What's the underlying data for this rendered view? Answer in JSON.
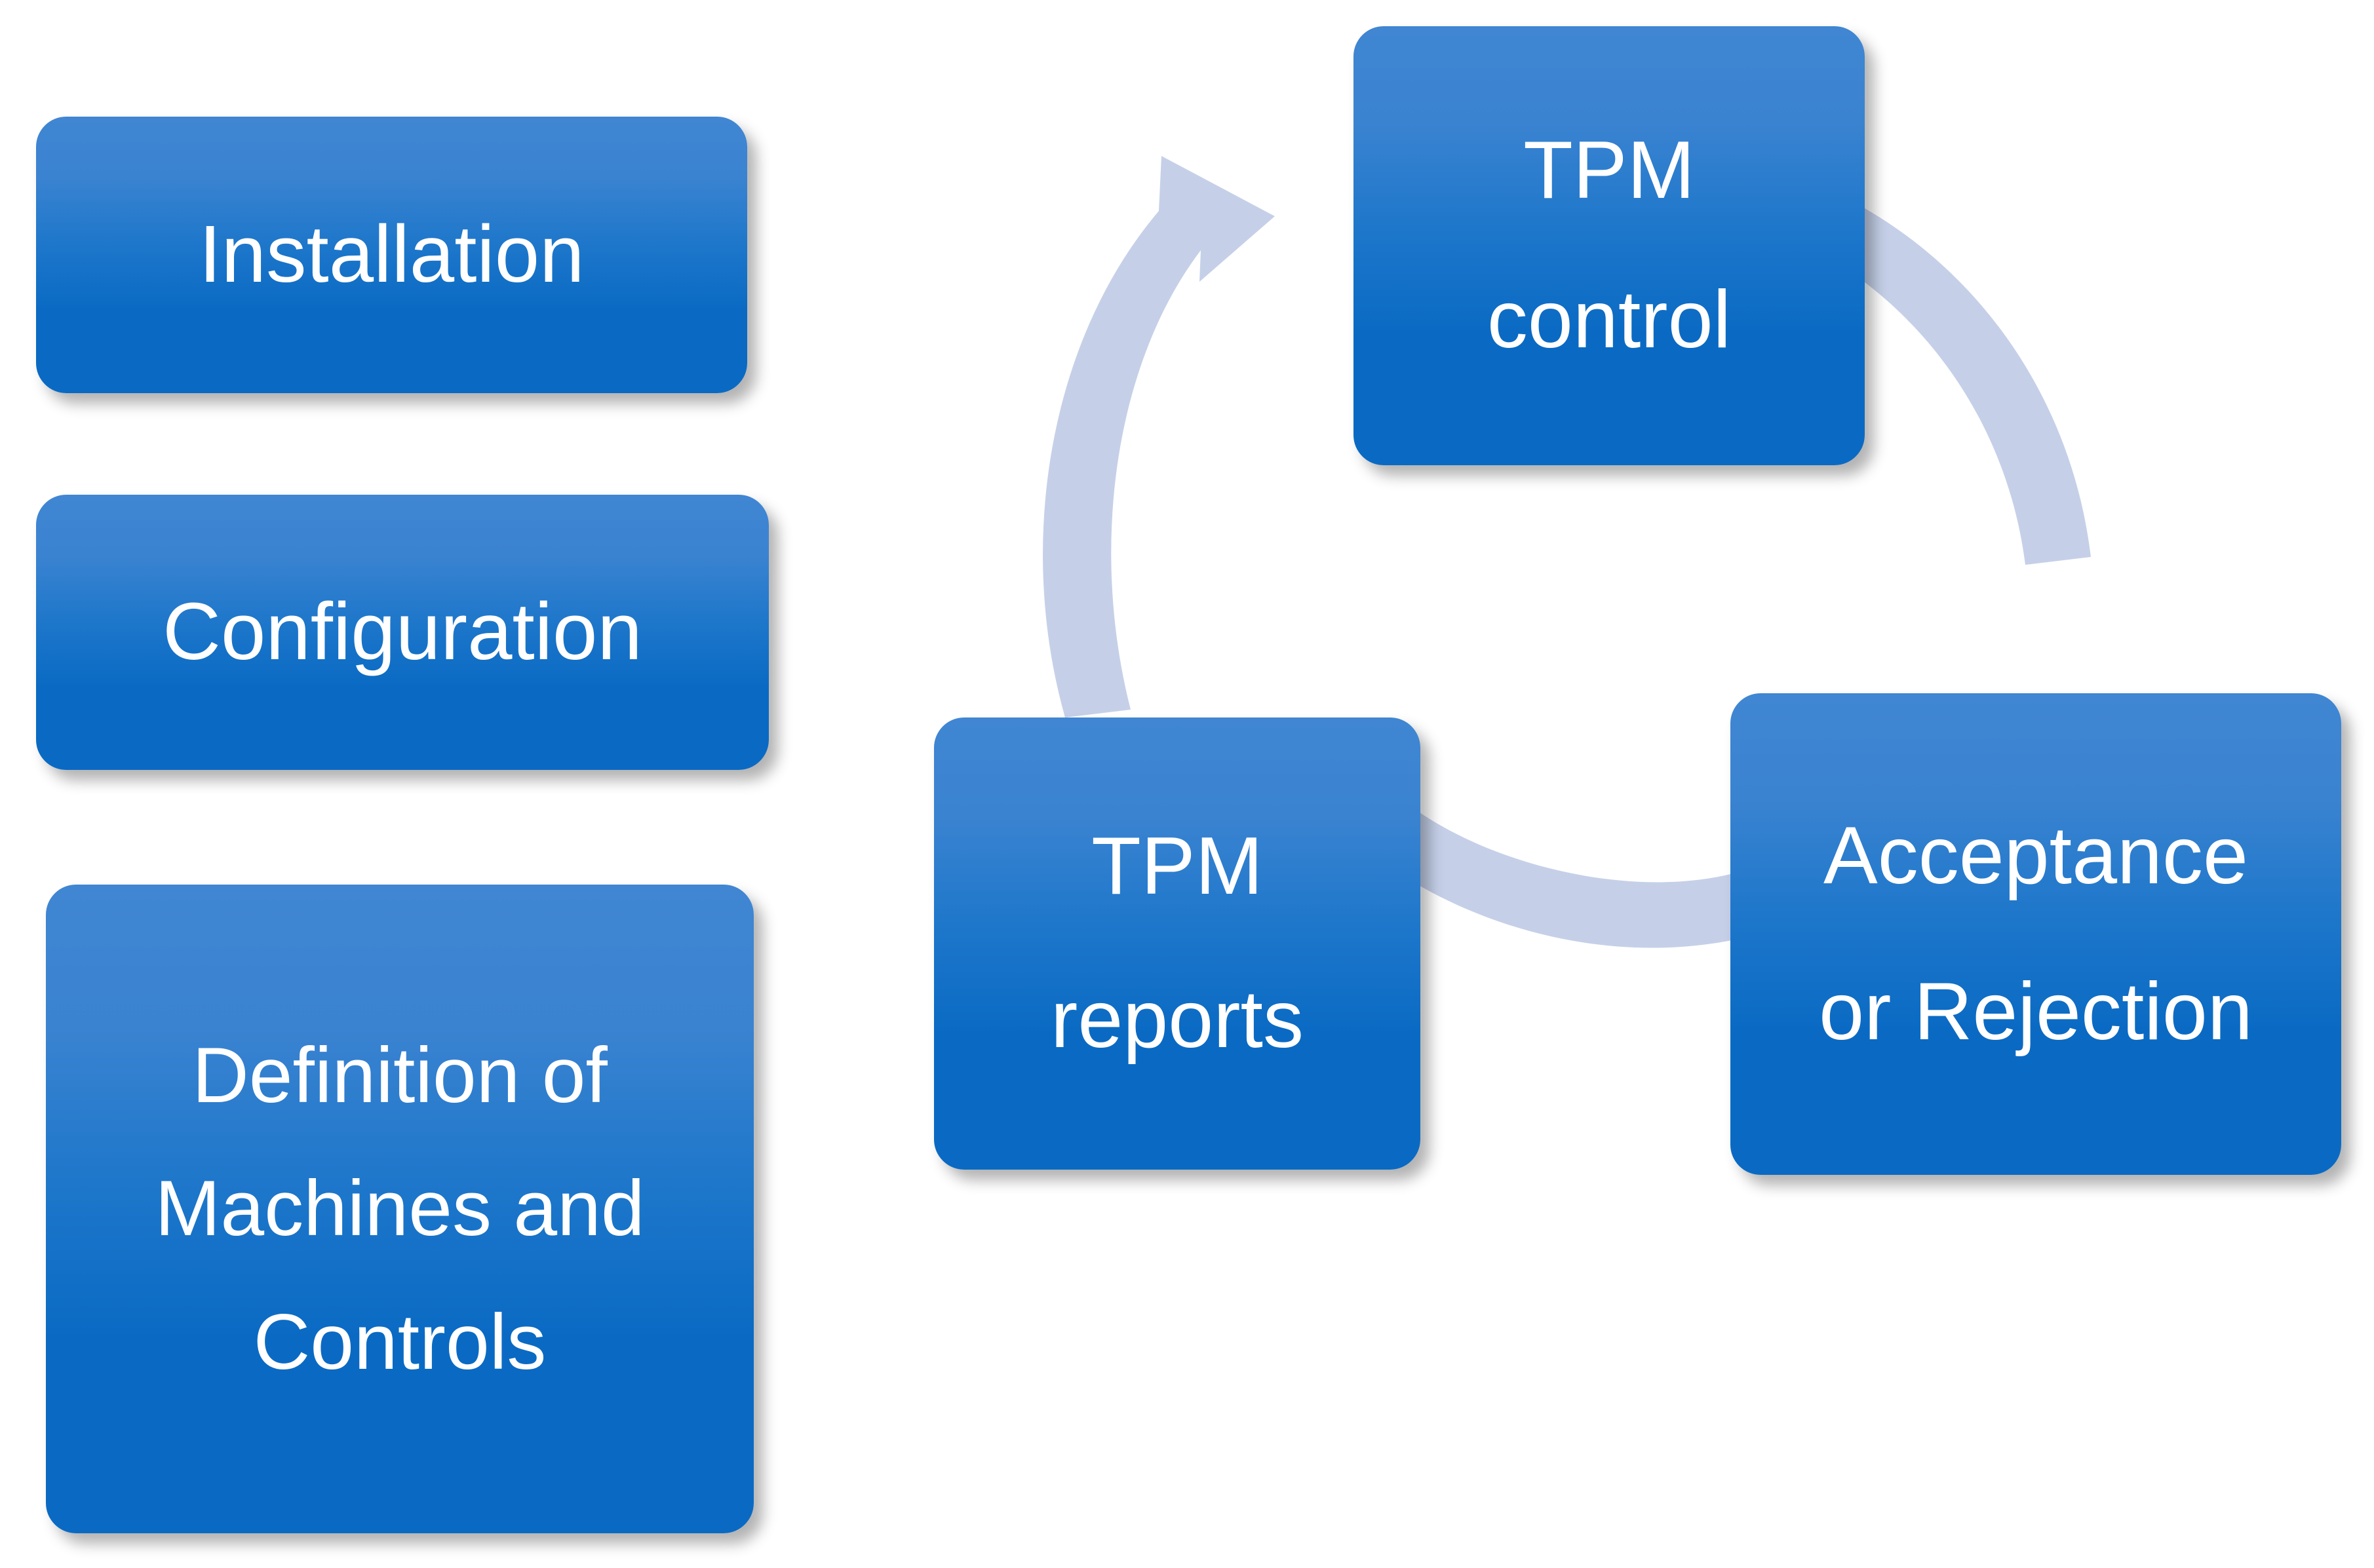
{
  "colors": {
    "box_gradient_top": "#4086d2",
    "box_gradient_bottom": "#0a6ac3",
    "box_text": "#ffffff",
    "arrow_fill": "#c5d0e8",
    "background": "#ffffff"
  },
  "left_column": {
    "boxes": [
      {
        "id": "installation",
        "lines": [
          "Installation"
        ]
      },
      {
        "id": "configuration",
        "lines": [
          "Configuration"
        ]
      },
      {
        "id": "definition",
        "lines": [
          "Definition of",
          "Machines and",
          "Controls"
        ]
      }
    ]
  },
  "cycle": {
    "boxes": [
      {
        "id": "tpm-control",
        "position": "top",
        "lines": [
          "TPM",
          "control"
        ]
      },
      {
        "id": "acceptance",
        "position": "bottom-right",
        "lines": [
          "Acceptance",
          "or Rejection"
        ]
      },
      {
        "id": "tpm-reports",
        "position": "bottom-left",
        "lines": [
          "TPM",
          "reports"
        ]
      }
    ],
    "connectors": [
      {
        "id": "arc-control-to-acceptance",
        "from": "tpm-control",
        "to": "acceptance",
        "arrowhead": false,
        "icon": "curved-arc-right"
      },
      {
        "id": "arc-acceptance-to-reports",
        "from": "acceptance",
        "to": "tpm-reports",
        "arrowhead": false,
        "icon": "curved-arc-bottom"
      },
      {
        "id": "arc-reports-to-control",
        "from": "tpm-reports",
        "to": "tpm-control",
        "arrowhead": true,
        "icon": "curved-arrow-left"
      }
    ]
  }
}
